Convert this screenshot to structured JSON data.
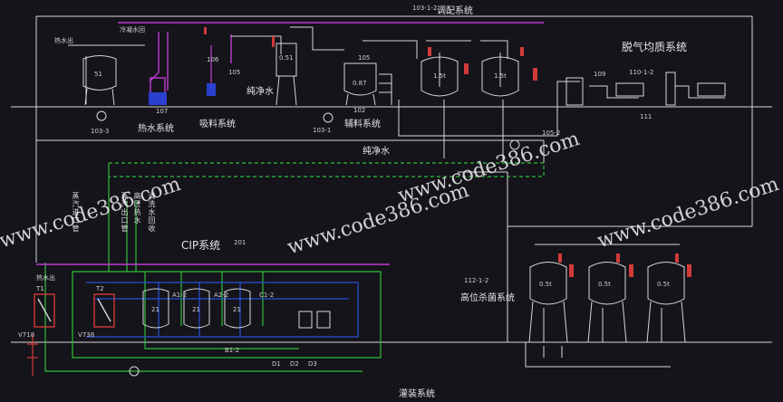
{
  "colors": {
    "background": "#14141a",
    "line_white": "#d8d8d8",
    "line_green": "#2fbf3a",
    "line_magenta": "#c23bd3",
    "line_blue": "#2b4fd8",
    "line_red": "#d23a3a"
  },
  "systems": {
    "blending": "调配系统",
    "degas_homogenize": "脱气均质系统",
    "hot_water": "热水系统",
    "suction": "吸料系统",
    "auxiliary": "辅料系统",
    "cip": "CIP系统",
    "high_sterilization": "高位杀菌系统",
    "filling": "灌装系统"
  },
  "labels": {
    "pure_water_1": "纯净水",
    "pure_water_2": "纯净水",
    "id_blend": "103-1-2",
    "id_degas": "110-1-2",
    "id_high": "112-1-2",
    "id_cip": "201",
    "id_103_3": "103-3",
    "id_103_1": "103-1",
    "id_105_2": "105-2",
    "id_105": "105",
    "id_107": "107",
    "id_109": "109",
    "id_111": "111",
    "id_102": "102",
    "id_105b": "105",
    "id_106": "106",
    "tank_51": "51",
    "tank_087": "0.87",
    "tank_051": "0.51",
    "tank_15a": "1.5t",
    "tank_15b": "1.5t",
    "tank_05a": "0.5t",
    "tank_05b": "0.5t",
    "tank_05c": "0.5t",
    "cip_21a": "21",
    "cip_21b": "21",
    "cip_21c": "21",
    "t1": "T1",
    "t2": "T2",
    "v718": "V718",
    "v738": "V738",
    "a12": "A1-2",
    "a22": "A2-2",
    "c12": "C1-2",
    "b12": "B1-2",
    "d1": "D1",
    "d2": "D2",
    "d3": "D3",
    "hot_water_in": "热水出",
    "steam_return": "冷凝水回",
    "vert_1": "蒸汽进口管",
    "vert_2": "蒸汽出口管",
    "vert_3": "高压热水",
    "vert_4": "清洗水回收",
    "top_vert": "热水出"
  },
  "watermarks": [
    "www.code386.com",
    "www.code386.com",
    "www.code386.com",
    "www.code386.com"
  ]
}
